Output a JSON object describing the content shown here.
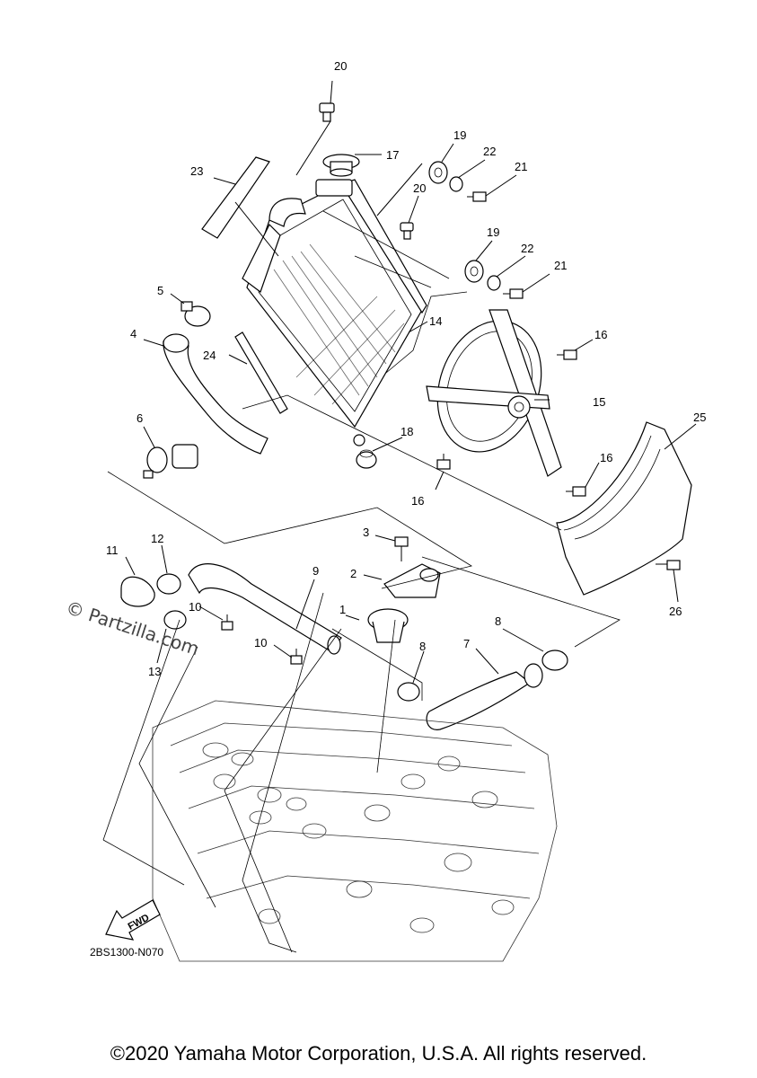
{
  "diagram": {
    "code": "2BS1300-N070",
    "watermark": "© Partzilla.com",
    "fwd_label": "FWD",
    "labels": [
      {
        "id": "20a",
        "text": "20"
      },
      {
        "id": "17",
        "text": "17"
      },
      {
        "id": "19a",
        "text": "19"
      },
      {
        "id": "22a",
        "text": "22"
      },
      {
        "id": "21a",
        "text": "21"
      },
      {
        "id": "23",
        "text": "23"
      },
      {
        "id": "20b",
        "text": "20"
      },
      {
        "id": "19b",
        "text": "19"
      },
      {
        "id": "22b",
        "text": "22"
      },
      {
        "id": "21b",
        "text": "21"
      },
      {
        "id": "5",
        "text": "5"
      },
      {
        "id": "14",
        "text": "14"
      },
      {
        "id": "4",
        "text": "4"
      },
      {
        "id": "16a",
        "text": "16"
      },
      {
        "id": "24",
        "text": "24"
      },
      {
        "id": "15",
        "text": "15"
      },
      {
        "id": "25",
        "text": "25"
      },
      {
        "id": "6",
        "text": "6"
      },
      {
        "id": "18",
        "text": "18"
      },
      {
        "id": "16b",
        "text": "16"
      },
      {
        "id": "16c",
        "text": "16"
      },
      {
        "id": "3",
        "text": "3"
      },
      {
        "id": "11",
        "text": "11"
      },
      {
        "id": "12",
        "text": "12"
      },
      {
        "id": "9",
        "text": "9"
      },
      {
        "id": "2",
        "text": "2"
      },
      {
        "id": "10a",
        "text": "10"
      },
      {
        "id": "1",
        "text": "1"
      },
      {
        "id": "8a",
        "text": "8"
      },
      {
        "id": "26",
        "text": "26"
      },
      {
        "id": "13",
        "text": "13"
      },
      {
        "id": "10b",
        "text": "10"
      },
      {
        "id": "8b",
        "text": "8"
      },
      {
        "id": "7",
        "text": "7"
      }
    ]
  },
  "footer": {
    "copyright": "©2020 Yamaha Motor Corporation, U.S.A. All rights reserved."
  }
}
